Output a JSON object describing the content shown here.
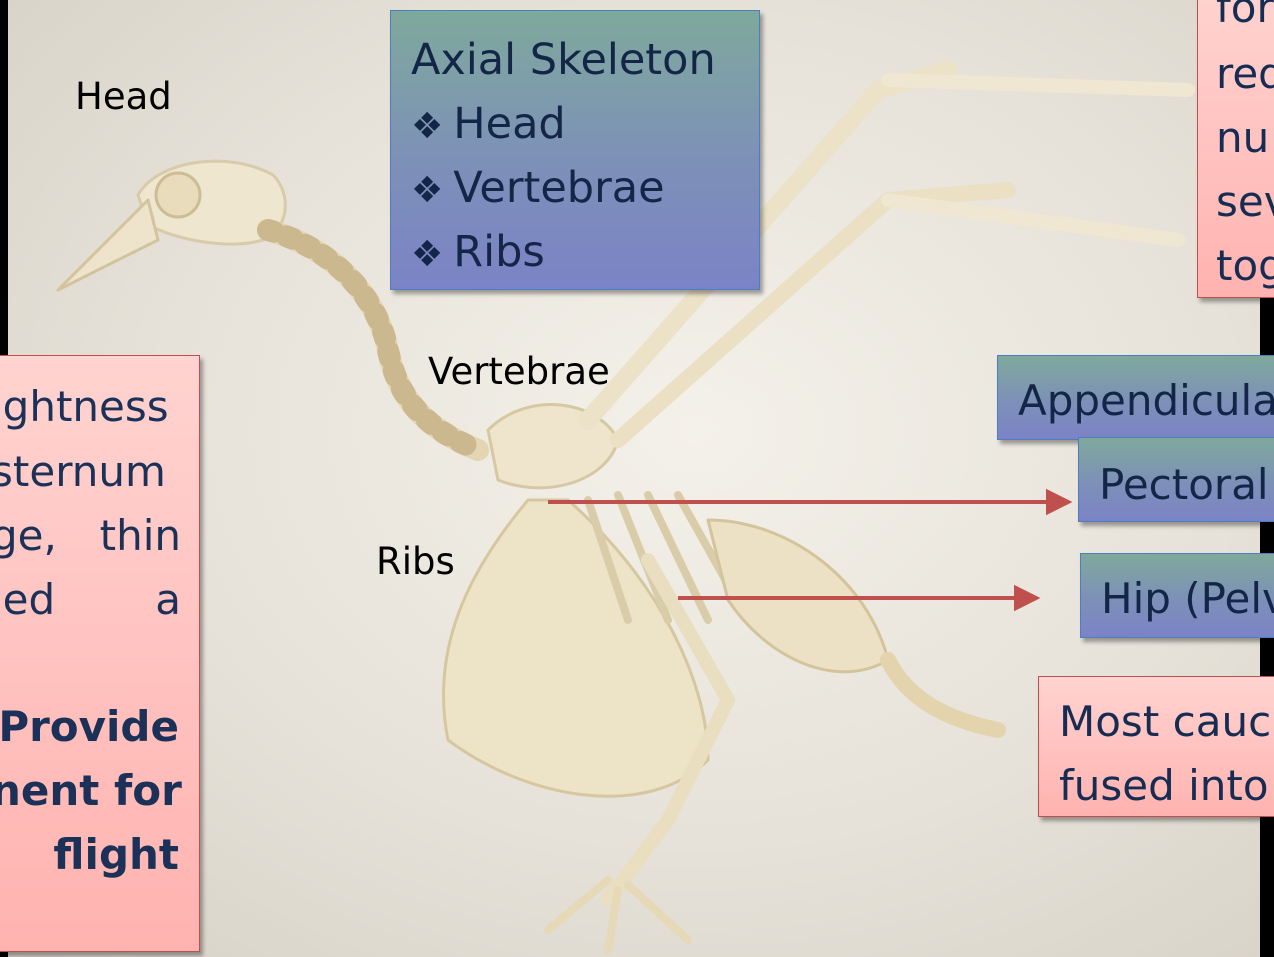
{
  "labels": {
    "head": "Head",
    "vertebrae": "Vertebrae",
    "ribs": "Ribs"
  },
  "axial_box": {
    "title": "Axial Skeleton",
    "bullet_icon": "diamond-bullet-icon",
    "items": [
      "Head",
      "Vertebrae",
      "Ribs"
    ]
  },
  "top_right_box": {
    "lines": [
      "for",
      "red",
      "nu",
      "sev",
      "tog"
    ]
  },
  "left_box": {
    "lines": [
      "ightness",
      "sternum",
      "ge,  thin",
      "led         a",
      "",
      "Provide",
      "nent  for",
      "flight"
    ]
  },
  "appendicular_box": {
    "text": "Appendicula"
  },
  "pectoral_box": {
    "text": "Pectoral"
  },
  "hip_box": {
    "text": "Hip (Pelv"
  },
  "caudal_box": {
    "lines": [
      "Most cauc",
      "fused into"
    ]
  },
  "colors": {
    "blue_box_border": "#4d7fc0",
    "pink_box_border": "#c0504d",
    "arrow": "#c0504d",
    "box_text": "#142647"
  }
}
